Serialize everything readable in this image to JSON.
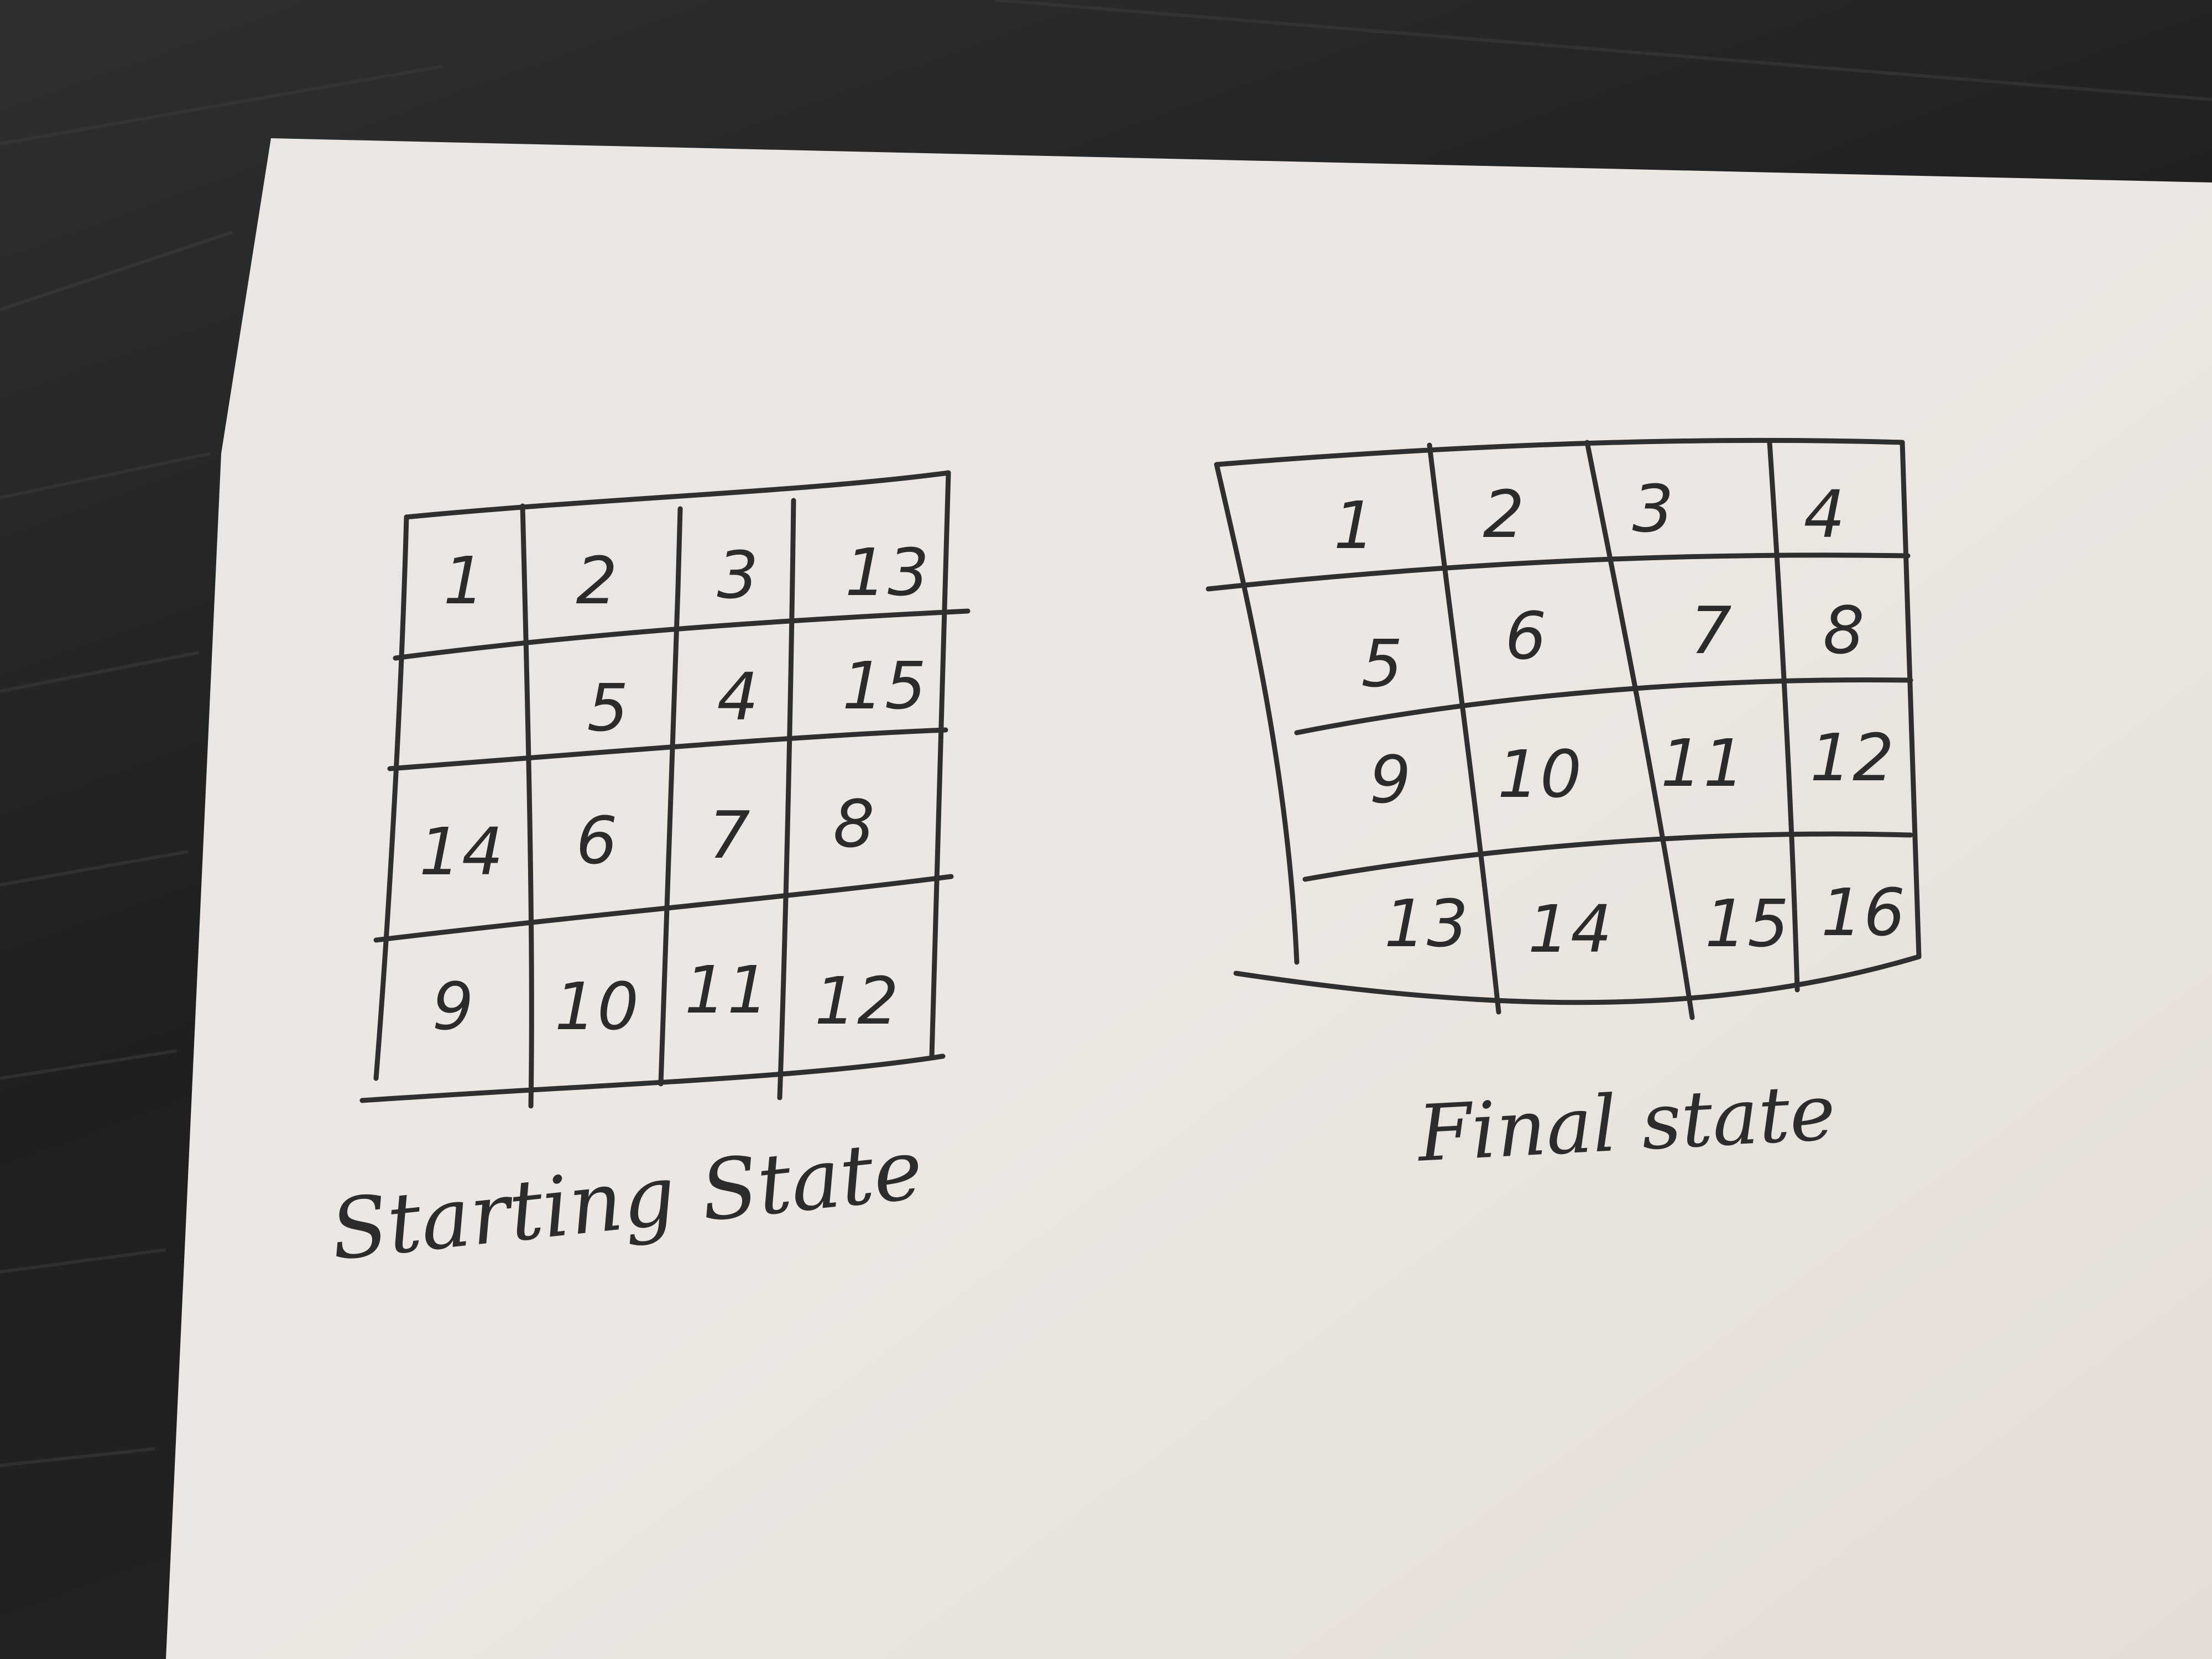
{
  "starting_state": {
    "caption": "Starting State",
    "grid": [
      [
        "1",
        "2",
        "3",
        "13"
      ],
      [
        "",
        "5",
        "4",
        "15"
      ],
      [
        "14",
        "6",
        "7",
        "8"
      ],
      [
        "9",
        "10",
        "11",
        "12"
      ]
    ]
  },
  "final_state": {
    "caption": "Final state",
    "grid": [
      [
        "1",
        "2",
        "3",
        "4"
      ],
      [
        "5",
        "6",
        "7",
        "8"
      ],
      [
        "9",
        "10",
        "11",
        "12"
      ],
      [
        "13",
        "14",
        "15",
        "16"
      ]
    ]
  },
  "colors": {
    "paper": "#ebe6e1",
    "pencil": "#2b2b2b",
    "desk": "#252526"
  }
}
